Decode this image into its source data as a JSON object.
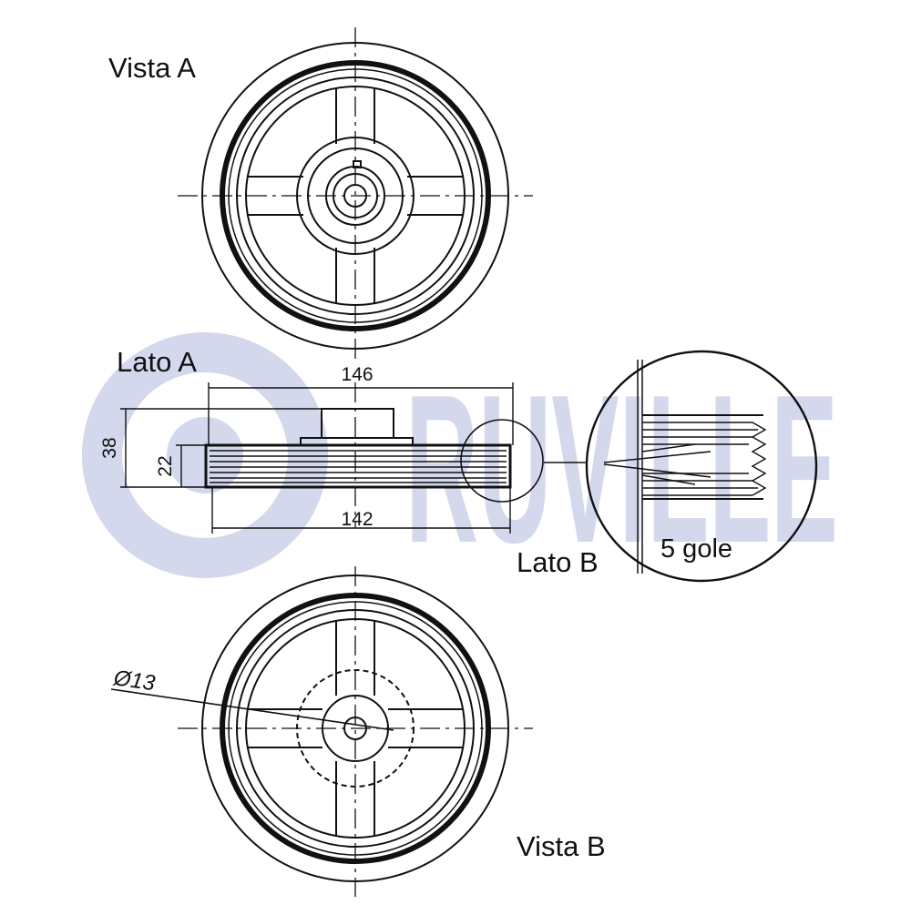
{
  "views": {
    "vista_a": "Vista A",
    "lato_a": "Lato A",
    "lato_b": "Lato B",
    "vista_b": "Vista B"
  },
  "dimensions": {
    "width_top": "146",
    "width_bottom": "142",
    "height_total": "38",
    "height_belt": "22",
    "bore": "Ø13"
  },
  "detail": {
    "grooves": "5 gole"
  },
  "logo": {
    "text": "RUVILLE"
  },
  "colors": {
    "logo": "#d3d8ec",
    "line": "#111111"
  }
}
